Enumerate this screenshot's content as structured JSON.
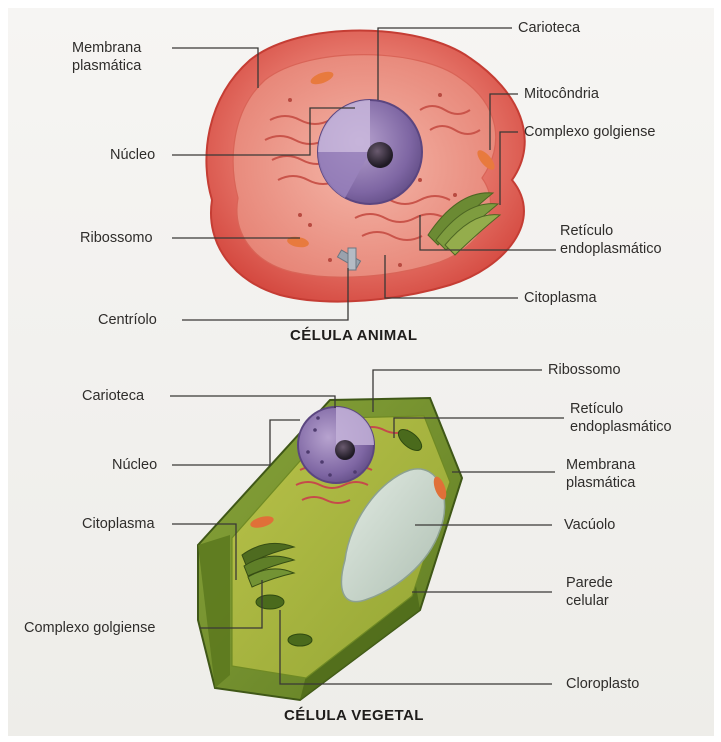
{
  "animal": {
    "title": "CÉLULA ANIMAL",
    "labels": {
      "membrana": "Membrana\nplasmática",
      "carioteca": "Carioteca",
      "mitocondria": "Mitocôndria",
      "golgi": "Complexo golgiense",
      "nucleo": "Núcleo",
      "reticulo": "Retículo\nendoplasmático",
      "ribossomo": "Ribossomo",
      "citoplasma": "Citoplasma",
      "centriolo": "Centríolo"
    }
  },
  "vegetal": {
    "title": "CÉLULA VEGETAL",
    "labels": {
      "ribossomo": "Ribossomo",
      "carioteca": "Carioteca",
      "reticulo": "Retículo\nendoplasmático",
      "nucleo": "Núcleo",
      "membrana": "Membrana\nplasmática",
      "citoplasma": "Citoplasma",
      "vacuolo": "Vacúolo",
      "parede": "Parede\ncelular",
      "golgi": "Complexo golgiense",
      "cloroplasto": "Cloroplasto"
    }
  },
  "colors": {
    "animal_cell": "#e0645a",
    "animal_cytoplasm": "#e9877c",
    "nucleus": "#7d65a0",
    "mitochondria": "#e0703d",
    "golgi_green": "#5f7a2d",
    "plant_wall": "#6f8f2a",
    "plant_cytoplasm": "#a7b53c",
    "vacuole": "#c9d7cd",
    "leader_line": "#3a3836"
  }
}
